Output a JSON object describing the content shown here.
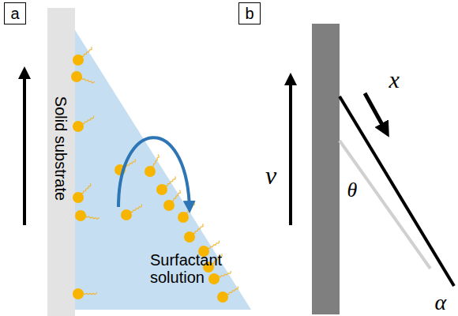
{
  "diagram": {
    "nodes": [
      {
        "text": [
          "a"
        ]
      },
      {
        "text": [
          "b"
        ]
      }
    ],
    "labels": [
      "Solid substrate",
      "Surfactant solution",
      "v",
      "θ",
      "x",
      "α"
    ]
  }
}
